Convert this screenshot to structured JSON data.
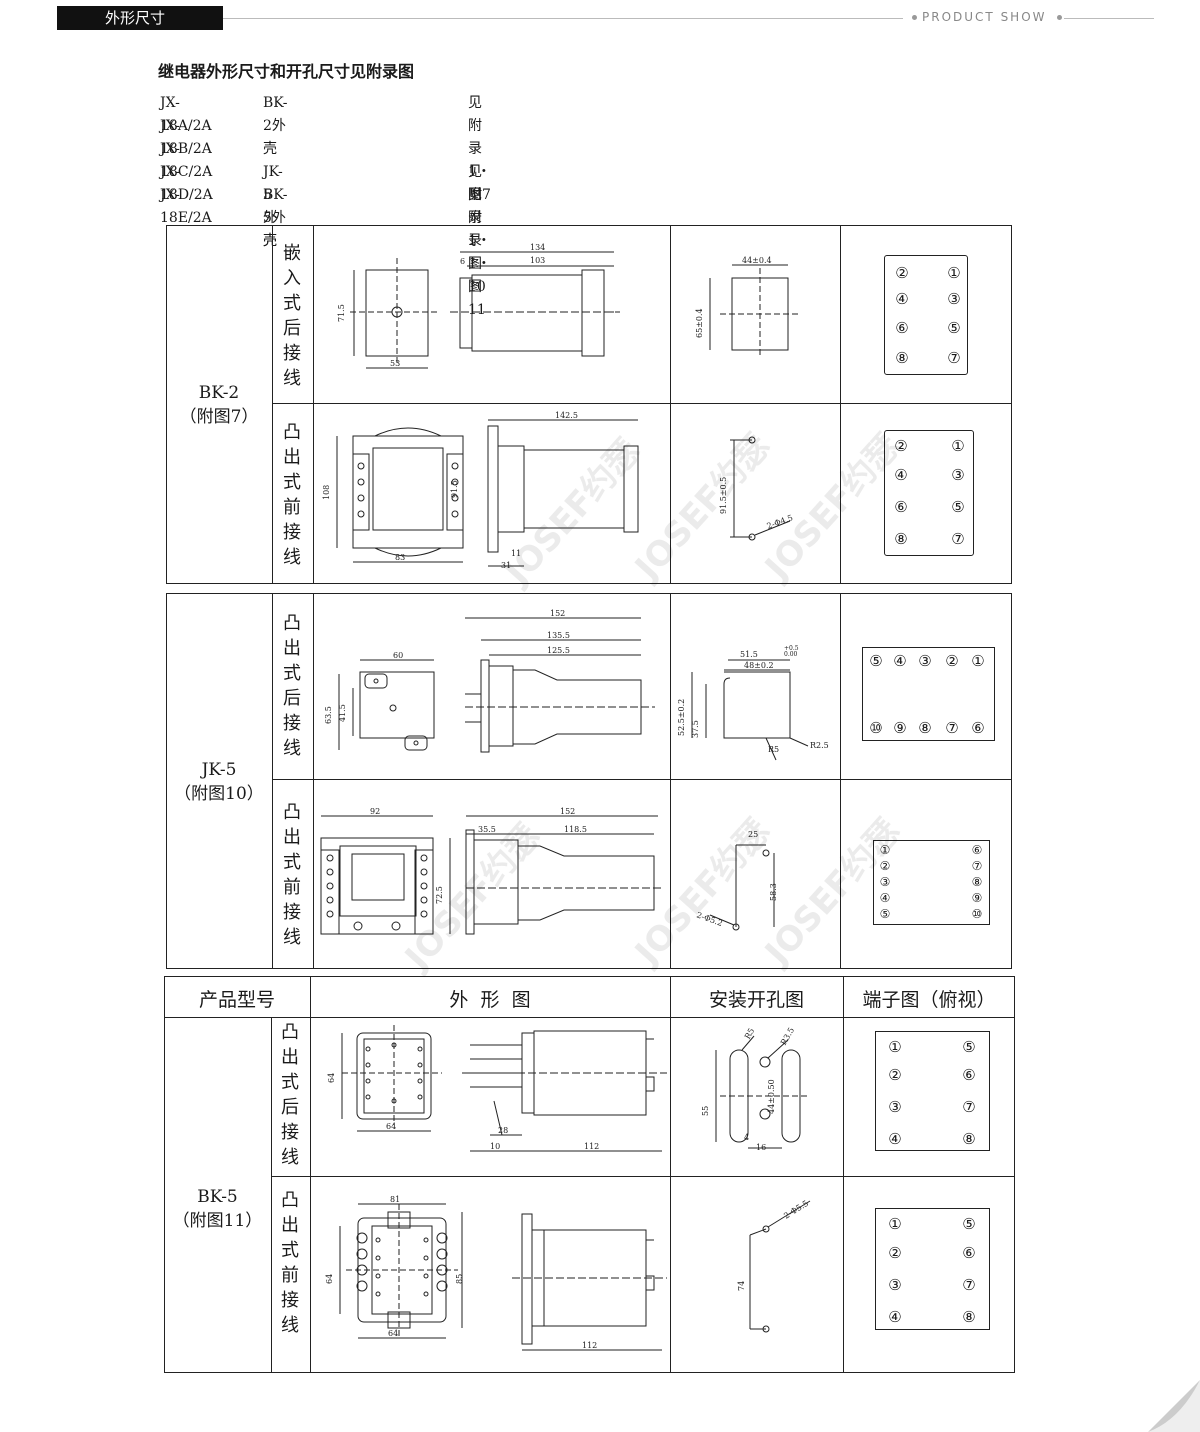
{
  "header": {
    "tab": "外形尺寸",
    "brand": "PRODUCT SHOW"
  },
  "intro": "继电器外形尺寸和开孔尺寸见附录图",
  "models": [
    {
      "model": "JX-18A/2A",
      "case": "BK-2外壳",
      "ref": "见附录1・图7"
    },
    {
      "model": "JX-18B/2A",
      "case": "",
      "ref": ""
    },
    {
      "model": "JX-18C/2A",
      "case": "",
      "ref": ""
    },
    {
      "model": "JX-18D/2A",
      "case": "JK-5外壳",
      "ref": "见附录1・图10"
    },
    {
      "model": "JX-18E/2A",
      "case": "BK-5外壳",
      "ref": "见附录1・图11"
    }
  ],
  "table_headers": {
    "model": "产品型号",
    "outline": "外  形  图",
    "cutout": "安装开孔图",
    "terminal": "端子图（俯视）"
  },
  "watermark": "JOSEF约瑟",
  "groups": [
    {
      "name": "BK-2",
      "fig": "（附图7）",
      "rows": [
        {
          "type": "嵌入式后接线",
          "terms": [
            "②",
            "①",
            "④",
            "③",
            "⑥",
            "⑤",
            "⑧",
            "⑦"
          ]
        },
        {
          "type": "凸出式前接线",
          "terms": [
            "②",
            "①",
            "④",
            "③",
            "⑥",
            "⑤",
            "⑧",
            "⑦"
          ]
        }
      ]
    },
    {
      "name": "JK-5",
      "fig": "（附图10）",
      "rows": [
        {
          "type": "凸出式后接线",
          "terms": [
            "⑤",
            "④",
            "③",
            "②",
            "①",
            "⑩",
            "⑨",
            "⑧",
            "⑦",
            "⑥"
          ]
        },
        {
          "type": "凸出式前接线",
          "terms": [
            "①",
            "⑥",
            "②",
            "⑦",
            "③",
            "⑧",
            "④",
            "⑨",
            "⑤",
            "⑩"
          ]
        }
      ]
    },
    {
      "name": "BK-5",
      "fig": "（附图11）",
      "rows": [
        {
          "type": "凸出式后接线",
          "terms": [
            "①",
            "⑤",
            "②",
            "⑥",
            "③",
            "⑦",
            "④",
            "⑧"
          ]
        },
        {
          "type": "凸出式前接线",
          "terms": [
            "①",
            "⑤",
            "②",
            "⑥",
            "③",
            "⑦",
            "④",
            "⑧"
          ]
        }
      ]
    }
  ],
  "dims": {
    "bk2_a": [
      "134",
      "103",
      "6",
      "71.5",
      "53"
    ],
    "bk2_a_cut": [
      "44±0.4",
      "65±0.4"
    ],
    "bk2_b": [
      "142.5",
      "108",
      "91.5",
      "83",
      "11",
      "31"
    ],
    "bk2_b_cut": [
      "91.5±0.5",
      "2-Φ4.5"
    ],
    "jk5_a": [
      "60",
      "63.5",
      "41.5",
      "152",
      "135.5",
      "125.5"
    ],
    "jk5_a_cut": [
      "51.5",
      "+0.5",
      "0.00",
      "48±0.2",
      "52.5±0.2",
      "37.5",
      "R5",
      "R2.5"
    ],
    "jk5_b": [
      "92",
      "72.5",
      "152",
      "35.5",
      "118.5"
    ],
    "jk5_b_cut": [
      "25",
      "58.3",
      "2-Φ5.2"
    ],
    "bk5_a": [
      "64",
      "64",
      "28",
      "10",
      "112"
    ],
    "bk5_a_cut": [
      "R5",
      "R3.5",
      "55",
      "44±0.50",
      "16",
      "4"
    ],
    "bk5_b": [
      "81",
      "64",
      "85",
      "64",
      "112"
    ],
    "bk5_b_cut": [
      "2-Φ5.5",
      "74"
    ]
  }
}
